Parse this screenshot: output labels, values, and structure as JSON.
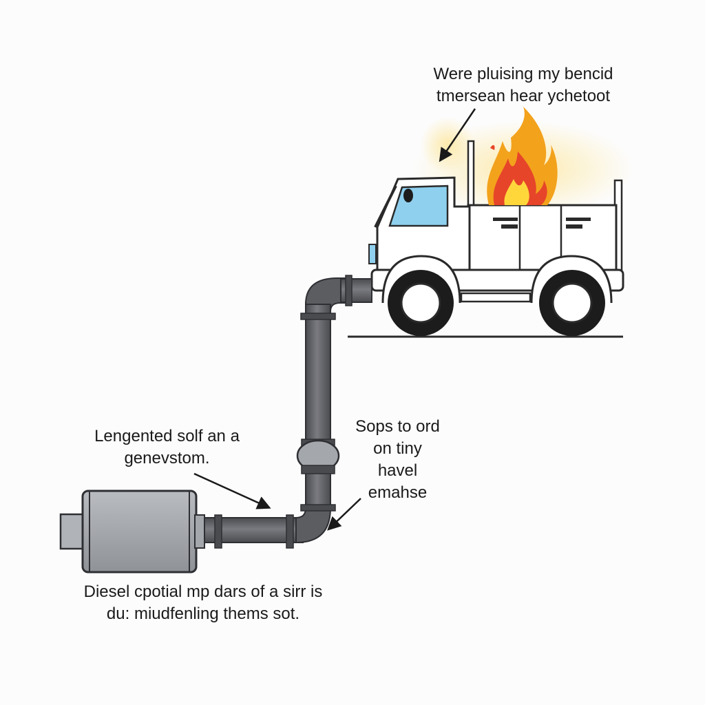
{
  "labels": {
    "fire": {
      "line1": "Were pluising my bencid",
      "line2": "tmersean hear ychetoot"
    },
    "generator": {
      "line1": "Lengented solf an a",
      "line2": "genevstom."
    },
    "pipe": {
      "line1": "Sops to ord",
      "line2": "on tiny",
      "line3": "havel",
      "line4": "emahse"
    },
    "diesel": {
      "line1": "Diesel cpotial mp dars of a sirr is",
      "line2": "du: miudfenling thems sot."
    }
  },
  "colors": {
    "pipe": "#6d6e72",
    "pipe_dark": "#3d3e42",
    "generator": "#a8abb0",
    "truck_body": "#ffffff",
    "truck_outline": "#2a2a2a",
    "window": "#8fd0ee",
    "tire": "#1c1c1c",
    "flame_outer": "#f3a21c",
    "flame_inner": "#e6452a",
    "flame_core": "#ffd73b",
    "glow": "#fde9a8"
  },
  "icons": {
    "fire": "fire-icon",
    "truck": "truck-icon",
    "generator": "generator-icon"
  }
}
